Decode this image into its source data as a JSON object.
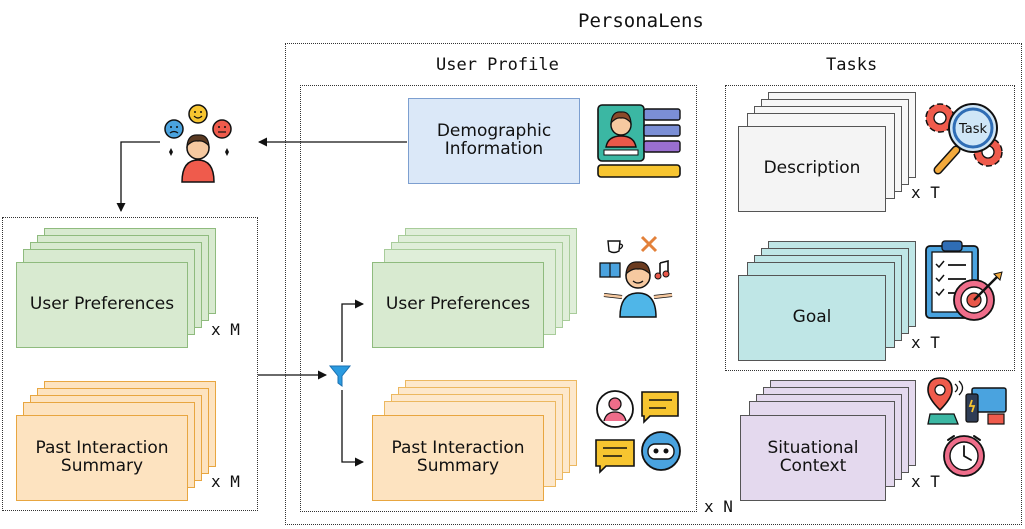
{
  "title": "PersonaLens",
  "sections": {
    "user_profile": "User Profile",
    "tasks": "Tasks"
  },
  "left_panel": {
    "preferences_label": "User Preferences",
    "interaction_label_line1": "Past Interaction",
    "interaction_label_line2": "Summary",
    "preferences_multiplier": "x M",
    "interaction_multiplier": "x M"
  },
  "profile": {
    "demographic_line1": "Demographic",
    "demographic_line2": "Information",
    "preferences_label": "User Preferences",
    "interaction_line1": "Past Interaction",
    "interaction_line2": "Summary",
    "profile_multiplier": "x N"
  },
  "tasks": {
    "description_label": "Description",
    "goal_label": "Goal",
    "situational_line1": "Situational",
    "situational_line2": "Context",
    "description_multiplier": "x T",
    "goal_multiplier": "x T",
    "situational_multiplier": "x T",
    "task_icon_label": "Task"
  },
  "colors": {
    "green_fill": "#d8ead0",
    "green_border": "#8fbb7e",
    "orange_fill": "#fde3c0",
    "orange_border": "#e8a640",
    "blue_fill": "#dbe8f8",
    "blue_border": "#7d9fd0",
    "gray_fill": "#f4f4f4",
    "teal_fill": "#bfe6e6",
    "purple_fill": "#e4d9ee"
  },
  "icons": [
    "user-feedback-icon",
    "id-card-icon",
    "hobbies-icon",
    "chat-bubbles-icon",
    "task-gear-icon",
    "checklist-target-icon",
    "location-devices-icon",
    "clock-icon",
    "funnel-icon"
  ]
}
